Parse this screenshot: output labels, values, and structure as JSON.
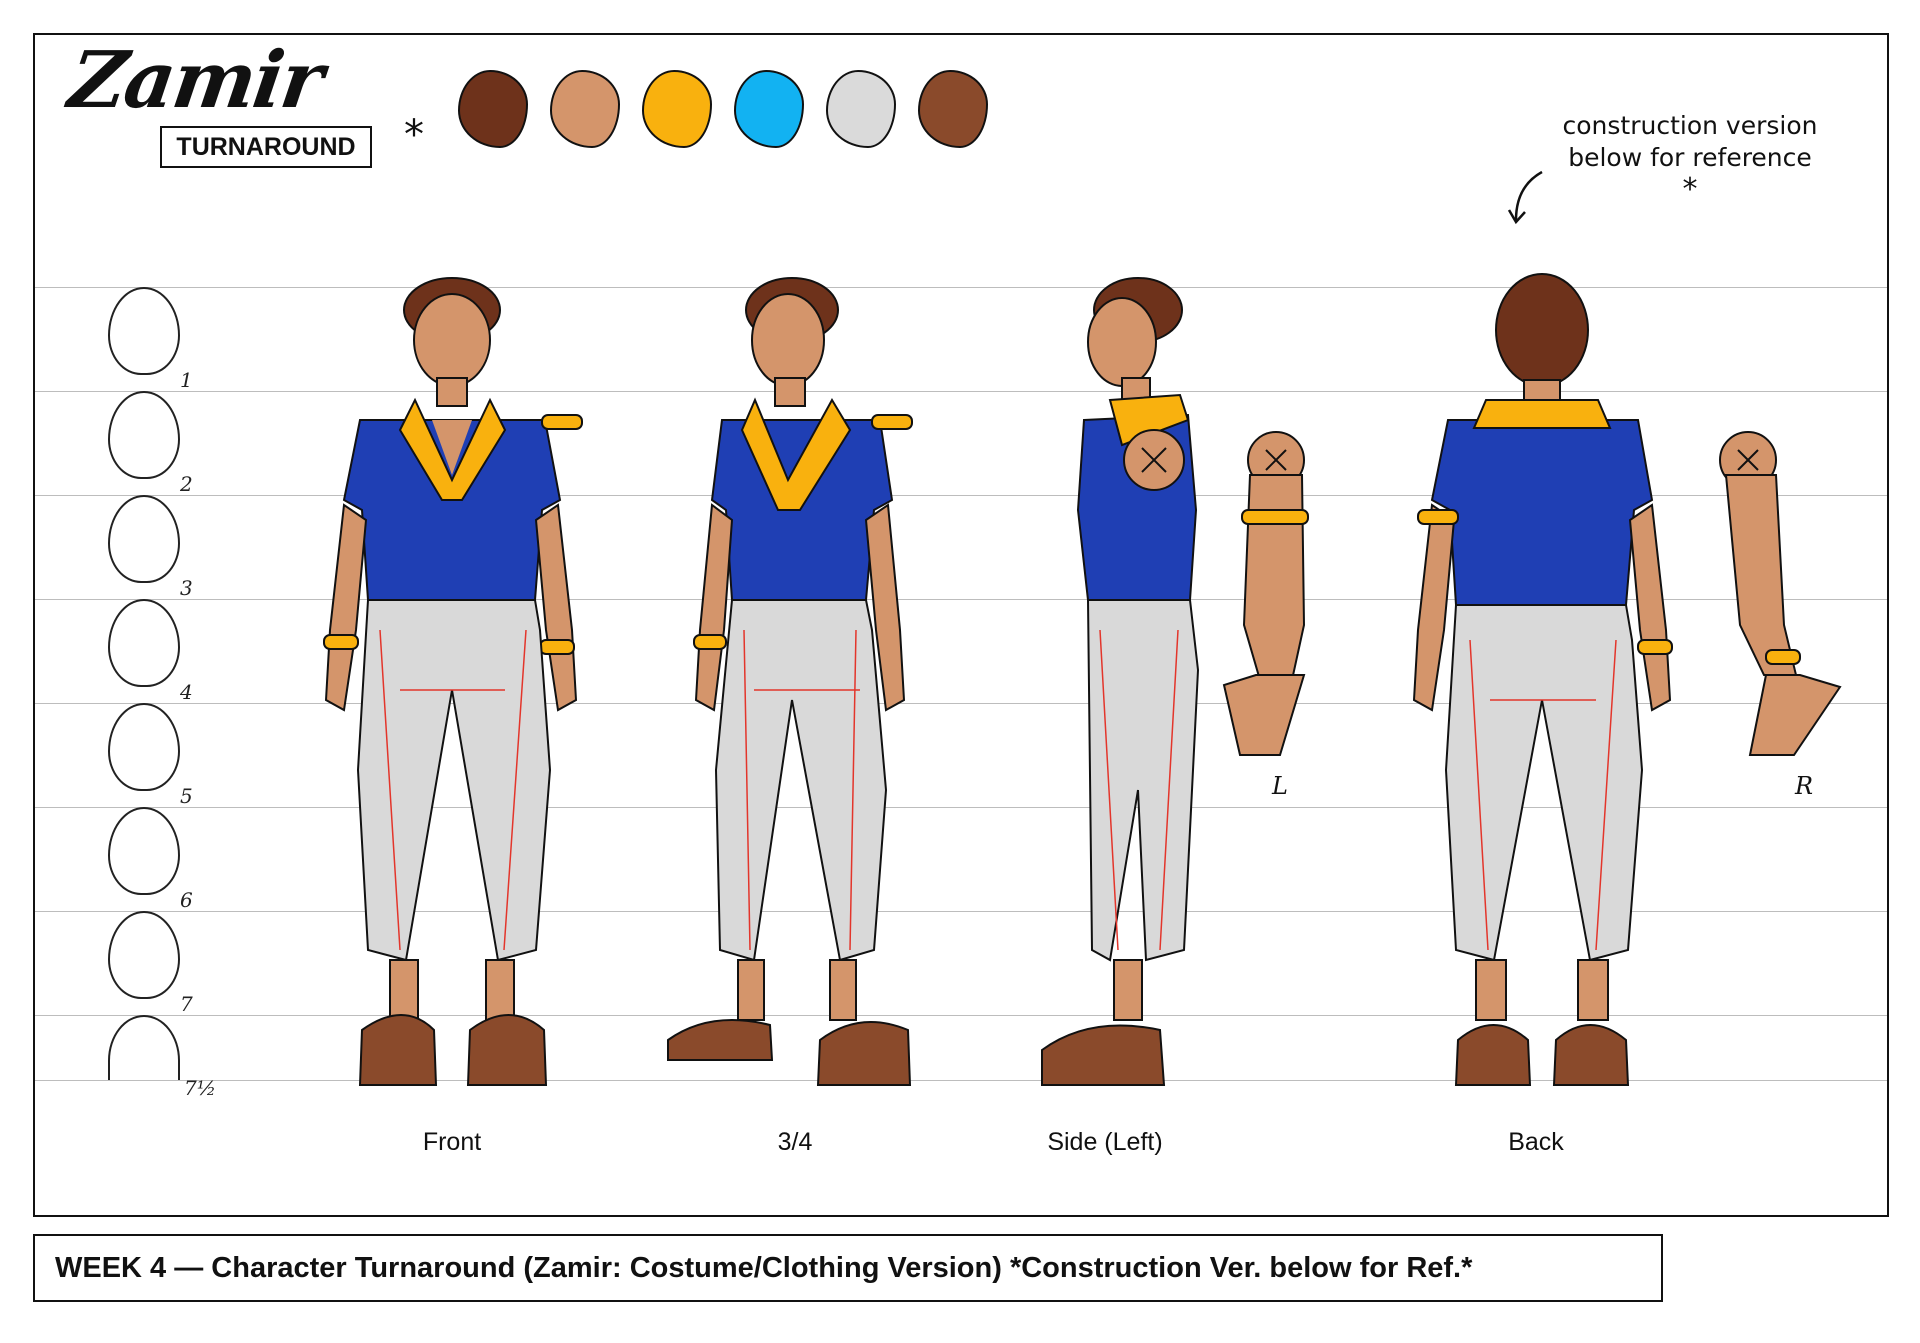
{
  "header": {
    "character_name": "Zamir",
    "subtitle": "TURNAROUND",
    "asterisk": "*"
  },
  "palette": [
    {
      "name": "hair-brown",
      "color": "#6e321b"
    },
    {
      "name": "skin-tan",
      "color": "#d4956b"
    },
    {
      "name": "gold",
      "color": "#f9b10e"
    },
    {
      "name": "sky-blue",
      "color": "#12b2f2"
    },
    {
      "name": "light-grey",
      "color": "#dadada"
    },
    {
      "name": "shoe-brown",
      "color": "#8a4a2b"
    }
  ],
  "note": {
    "line1": "construction version",
    "line2": "below for reference",
    "asterisk": "*"
  },
  "head_scale": [
    "1",
    "2",
    "3",
    "4",
    "5",
    "6",
    "7",
    "7½"
  ],
  "views": [
    "Front",
    "3/4",
    "Side (Left)",
    "Back"
  ],
  "hands": {
    "left": "L",
    "right": "R"
  },
  "caption": "WEEK 4 — Character Turnaround (Zamir: Costume/Clothing Version) *Construction Ver. below for Ref.*",
  "colors": {
    "vest_blue": "#1f3fb4",
    "trim_gold": "#f9b10e",
    "skin": "#d4956b",
    "pants": "#d9d9d9",
    "pants_seam": "#e3352b",
    "shoe": "#8a4a2b",
    "hair": "#6e321b"
  }
}
